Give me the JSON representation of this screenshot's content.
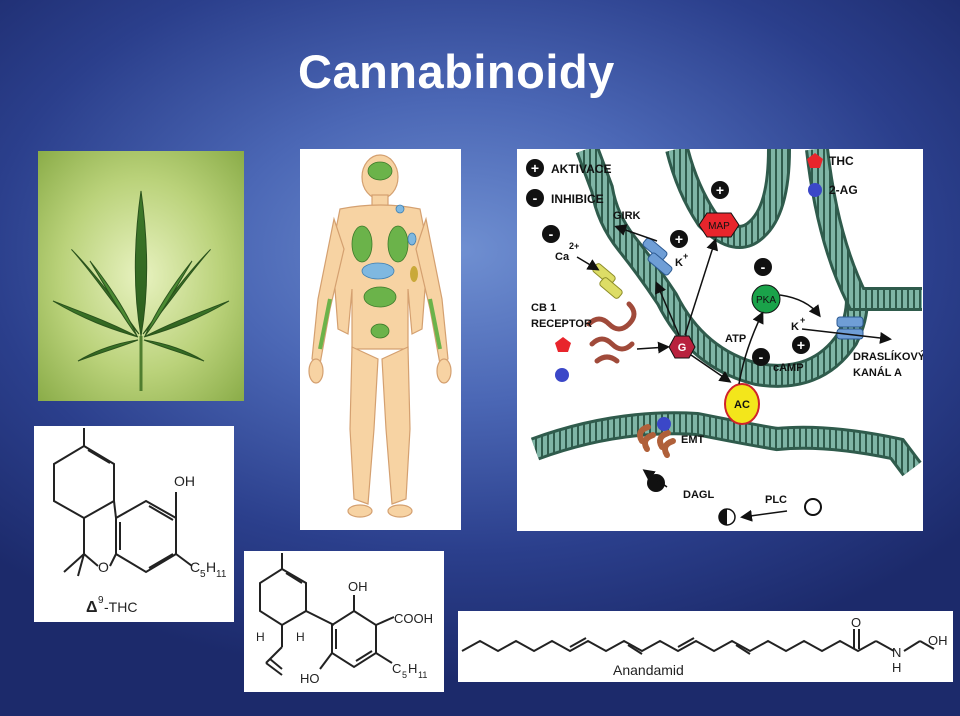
{
  "slide": {
    "title": "Cannabinoidy"
  },
  "diagram": {
    "legend": {
      "activation_symbol": "+",
      "activation_label": "AKTIVACE",
      "inhibition_symbol": "-",
      "inhibition_label": "INHIBICE",
      "thc_label": "THC",
      "ag_label": "2-AG"
    },
    "labels": {
      "girk": "GIRK",
      "ca": "Ca",
      "ca_charge": "2+",
      "k": "K",
      "k_charge": "+",
      "map": "MAP",
      "pka": "PKA",
      "receptor_line1": "CB 1",
      "receptor_line2": "RECEPTOR",
      "g": "G",
      "atp": "ATP",
      "camp": "cAMP",
      "ac": "AC",
      "channel_line1": "DRASLÍKOVÝ",
      "channel_line2": "KANÁL A",
      "emt": "EMT",
      "dagl": "DAGL",
      "plc": "PLC"
    },
    "colors": {
      "thc": "#e8252c",
      "ag": "#3b47c8",
      "membrane": "#3f6e5e",
      "ac": "#f3e61b",
      "pka": "#1aa34a",
      "map": "#e8252c",
      "g": "#b8213d"
    }
  },
  "structures": {
    "thc": {
      "oh": "OH",
      "o": "O",
      "c": "C",
      "c_sub": "5",
      "h": "H",
      "h_sub": "11",
      "caption_delta": "Δ",
      "caption_sup": "9",
      "caption_text": "-THC"
    },
    "cbd": {
      "oh_top": "OH",
      "cooh": "COOH",
      "h1": "H",
      "h2": "H",
      "ho": "HO",
      "c": "C",
      "c_sub": "5",
      "h": "H",
      "h_sub": "11"
    },
    "anandamide": {
      "o": "O",
      "n": "N",
      "h": "H",
      "oh": "OH",
      "caption": "Anandamid"
    }
  },
  "icons": {
    "leaf": "cannabis-leaf-icon",
    "body": "human-body-icon"
  }
}
